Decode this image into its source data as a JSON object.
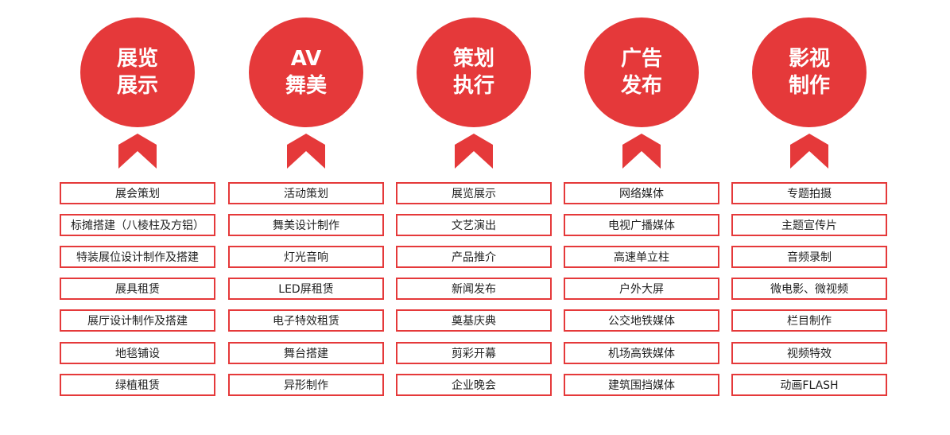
{
  "accent_color": "#e5393a",
  "columns": [
    {
      "title": [
        "展览",
        "展示"
      ],
      "items": [
        "展会策划",
        "标摊搭建（八棱柱及方铝）",
        "特装展位设计制作及搭建",
        "展具租赁",
        "展厅设计制作及搭建",
        "地毯铺设",
        "绿植租赁"
      ]
    },
    {
      "title": [
        "AV",
        "舞美"
      ],
      "items": [
        "活动策划",
        "舞美设计制作",
        "灯光音响",
        "LED屏租赁",
        "电子特效租赁",
        "舞台搭建",
        "异形制作"
      ]
    },
    {
      "title": [
        "策划",
        "执行"
      ],
      "items": [
        "展览展示",
        "文艺演出",
        "产品推介",
        "新闻发布",
        "奠基庆典",
        "剪彩开幕",
        "企业晚会"
      ]
    },
    {
      "title": [
        "广告",
        "发布"
      ],
      "items": [
        "网络媒体",
        "电视广播媒体",
        "高速单立柱",
        "户外大屏",
        "公交地铁媒体",
        "机场高铁媒体",
        "建筑围挡媒体"
      ]
    },
    {
      "title": [
        "影视",
        "制作"
      ],
      "items": [
        "专题拍摄",
        "主题宣传片",
        "音频录制",
        "微电影、微视频",
        "栏目制作",
        "视频特效",
        "动画FLASH"
      ]
    }
  ]
}
